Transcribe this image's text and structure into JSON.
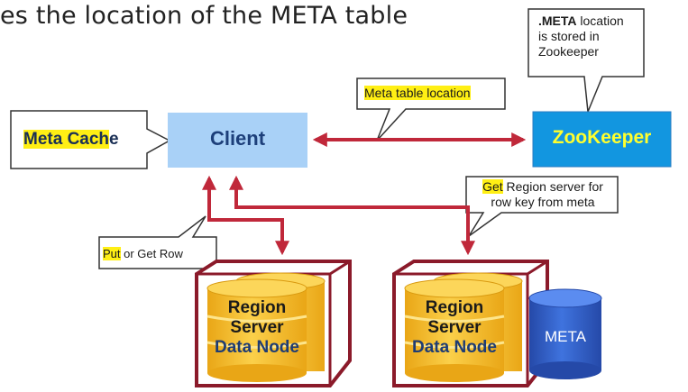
{
  "slide": {
    "title_fragment": "es the location of the META table"
  },
  "callouts": {
    "meta_location": {
      "line1_bold": ".META",
      "line1_rest": " location",
      "line2": "is stored in",
      "line3": "Zookeeper"
    },
    "meta_table_location": "Meta table location",
    "get_region": {
      "hl": "Get",
      "rest_line1": " Region server for",
      "line2": "row key from meta"
    },
    "put_get": {
      "hl": "Put",
      "rest": " or Get  Row"
    }
  },
  "boxes": {
    "meta_cache": {
      "hl": "Meta Cach",
      "rest": "e"
    },
    "client": "Client",
    "zookeeper": {
      "hl": "ZooKeep",
      "rest": "er"
    }
  },
  "region_nodes": [
    {
      "line1": "Region",
      "line2": "Server",
      "line3": "Data Node"
    },
    {
      "line1": "Region",
      "line2": "Server",
      "line3": "Data Node"
    }
  ],
  "meta_cylinder": {
    "label": "META"
  },
  "colors": {
    "arrow": "#c0283a",
    "client_box": "#a9d1f7",
    "zookeeper_box": "#1296e0",
    "zookeeper_text": "#ffff2e",
    "highlight": "#ffef14",
    "cylinder_gold": "#f4b81e",
    "cylinder_blue": "#2f5fc9"
  }
}
